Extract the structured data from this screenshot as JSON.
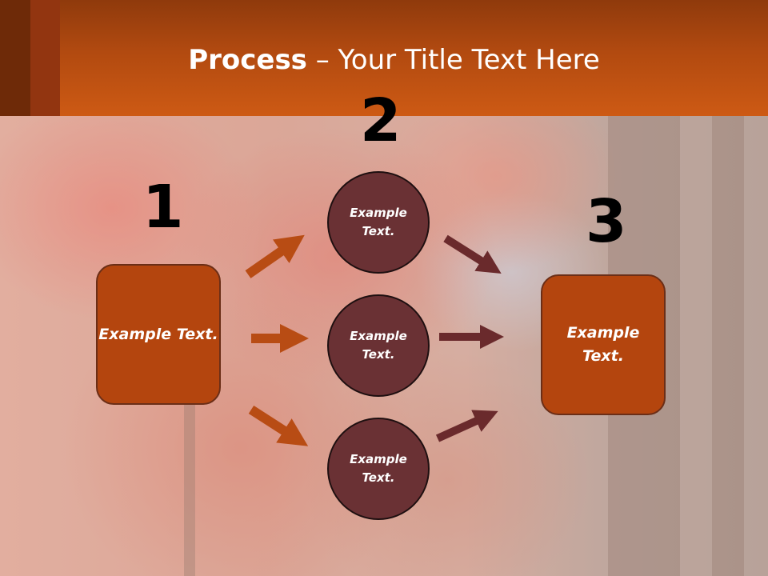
{
  "slide": {
    "title_bold": "Process",
    "title_rest": " – Your Title Text Here",
    "step_numbers": [
      "1",
      "2",
      "3"
    ],
    "left_box": "Example Text.",
    "circles": [
      "Example Text.",
      "Example Text.",
      "Example Text."
    ],
    "right_box": "Example Text."
  },
  "colors": {
    "header": "#cd5a14",
    "box_fill": "#b4450e",
    "circle_fill": "#6a3134",
    "arrow_orange": "#b84c14",
    "arrow_dark": "#6a2a2c"
  }
}
